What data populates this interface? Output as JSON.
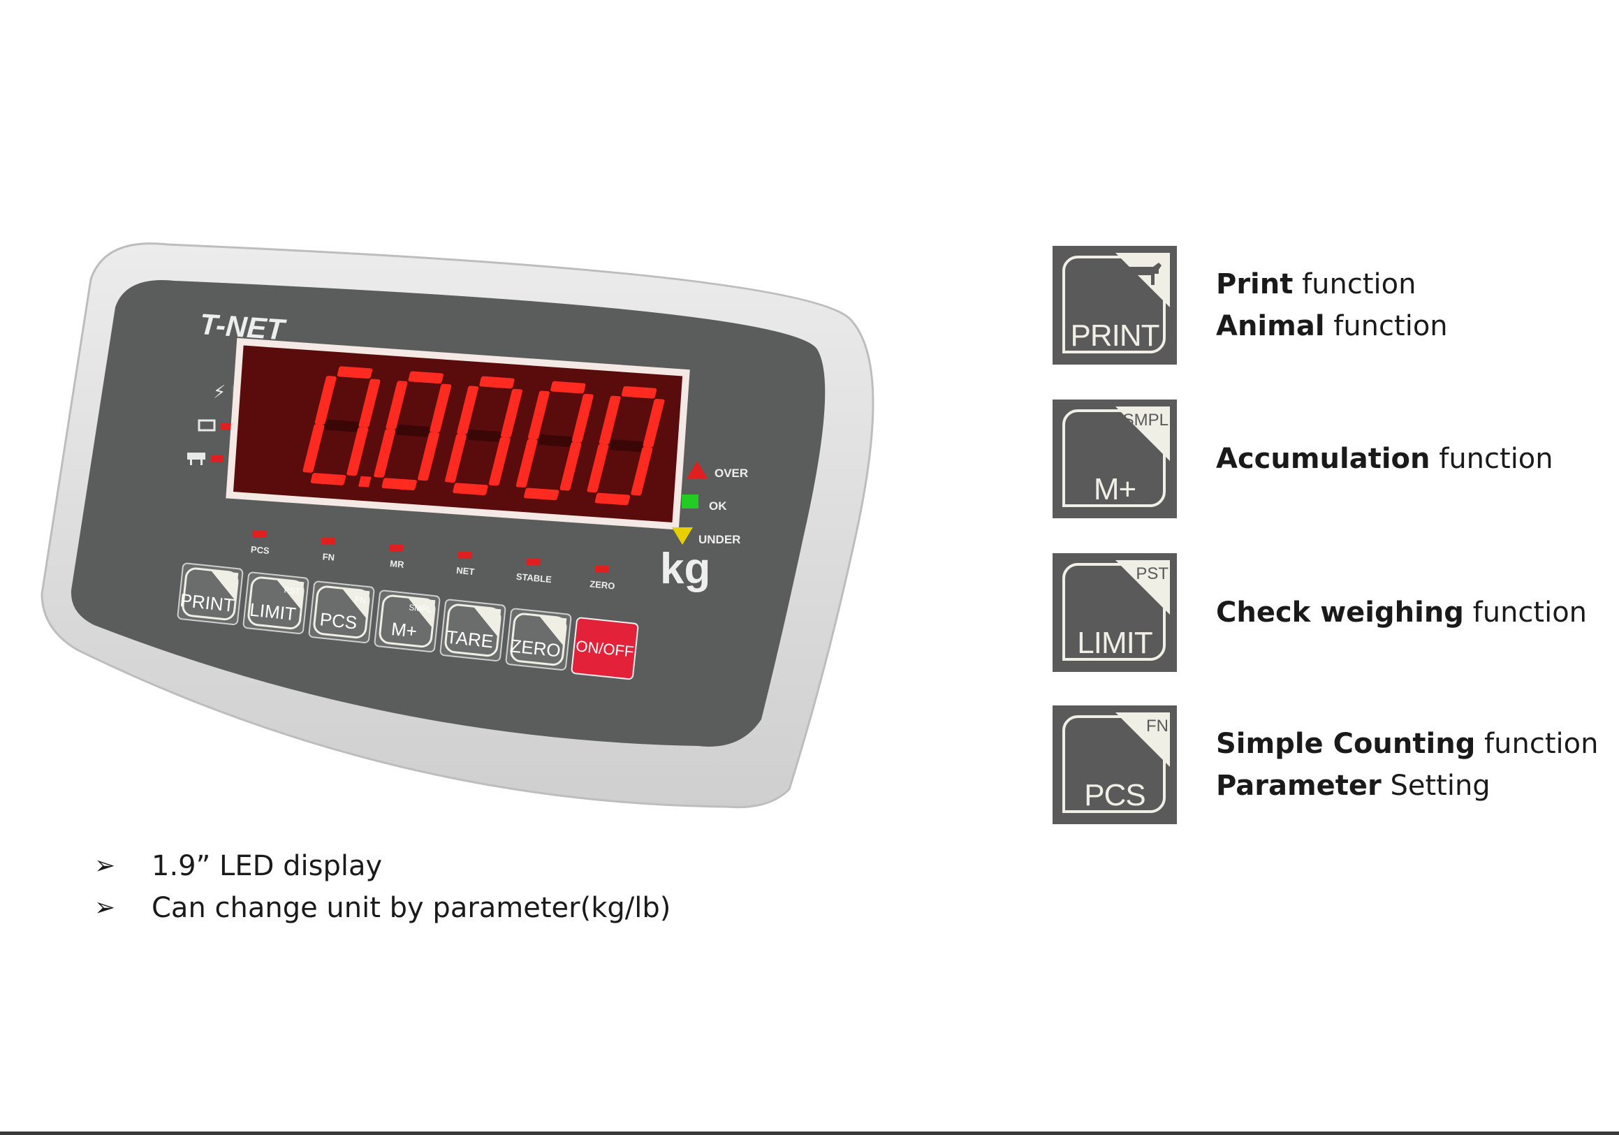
{
  "device": {
    "brand": "T-NET",
    "display_value": "0.0000",
    "unit": "kg",
    "status_labels": {
      "over": "OVER",
      "ok": "OK",
      "under": "UNDER"
    },
    "indicator_labels": [
      "PCS",
      "FN",
      "MR",
      "NET",
      "STABLE",
      "ZERO"
    ],
    "keys": [
      {
        "label": "PRINT",
        "sub": ""
      },
      {
        "label": "LIMIT",
        "sub": "PST"
      },
      {
        "label": "PCS",
        "sub": "FN"
      },
      {
        "label": "M+",
        "sub": "SMPL"
      },
      {
        "label": "TARE",
        "sub": ""
      },
      {
        "label": "ZERO",
        "sub": ""
      },
      {
        "label": "ON/OFF",
        "sub": ""
      }
    ],
    "colors": {
      "led": "#ff2a20",
      "over": "#e02020",
      "ok": "#22cc22",
      "under": "#e8d000",
      "onoff": "#e3223a"
    }
  },
  "bullets": [
    {
      "marker": "➢",
      "text": "1.9” LED display"
    },
    {
      "marker": "➢",
      "text": "Can change unit by parameter(kg/lb)"
    }
  ],
  "functions": [
    {
      "key_label": "PRINT",
      "key_sub": "",
      "icon": "cow-icon",
      "lines": [
        {
          "bold": "Print",
          "rest": " function"
        },
        {
          "bold": "Animal",
          "rest": " function"
        }
      ]
    },
    {
      "key_label": "M+",
      "key_sub": "SMPL",
      "icon": "",
      "lines": [
        {
          "bold": "Accumulation",
          "rest": " function"
        }
      ]
    },
    {
      "key_label": "LIMIT",
      "key_sub": "PST",
      "icon": "",
      "lines": [
        {
          "bold": "Check weighing",
          "rest": " function"
        }
      ]
    },
    {
      "key_label": "PCS",
      "key_sub": "FN",
      "icon": "",
      "lines": [
        {
          "bold": "Simple Counting",
          "rest": " function"
        },
        {
          "bold": "Parameter",
          "rest": " Setting"
        }
      ]
    }
  ]
}
